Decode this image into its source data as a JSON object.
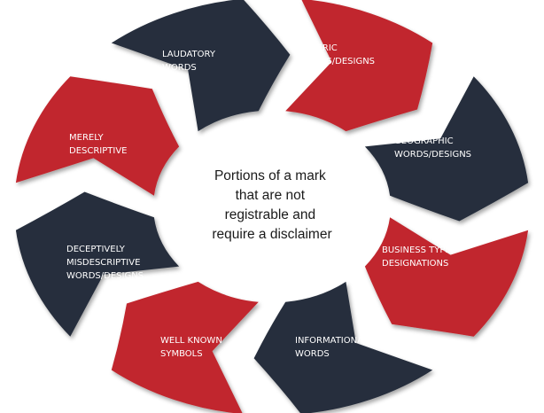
{
  "diagram": {
    "center_text": [
      "Portions of a mark",
      "that are not",
      "registrable and",
      "require a disclaimer"
    ],
    "colors": {
      "red": "#c1272d",
      "navy": "#262f3d",
      "text": "#ffffff"
    },
    "segments": [
      {
        "id": "generic",
        "lines": [
          "GENERIC",
          "WORDS/DESIGNS"
        ],
        "color": "red"
      },
      {
        "id": "geographic",
        "lines": [
          "GEOGRAPHIC",
          "WORDS/DESIGNS"
        ],
        "color": "navy"
      },
      {
        "id": "business-type",
        "lines": [
          "BUSINESS TYPE",
          "DESIGNATIONS"
        ],
        "color": "red"
      },
      {
        "id": "informational",
        "lines": [
          "INFORMATIONAL",
          "WORDS"
        ],
        "color": "navy"
      },
      {
        "id": "well-known-symbols",
        "lines": [
          "WELL KNOWN",
          "SYMBOLS"
        ],
        "color": "red"
      },
      {
        "id": "deceptively-misdescriptive",
        "lines": [
          "DECEPTIVELY",
          "MISDESCRIPTIVE",
          "WORDS/DESIGNS"
        ],
        "color": "navy"
      },
      {
        "id": "merely-descriptive",
        "lines": [
          "MERELY",
          "DESCRIPTIVE"
        ],
        "color": "red"
      },
      {
        "id": "laudatory",
        "lines": [
          "LAUDATORY",
          "WORDS"
        ],
        "color": "navy"
      }
    ]
  }
}
